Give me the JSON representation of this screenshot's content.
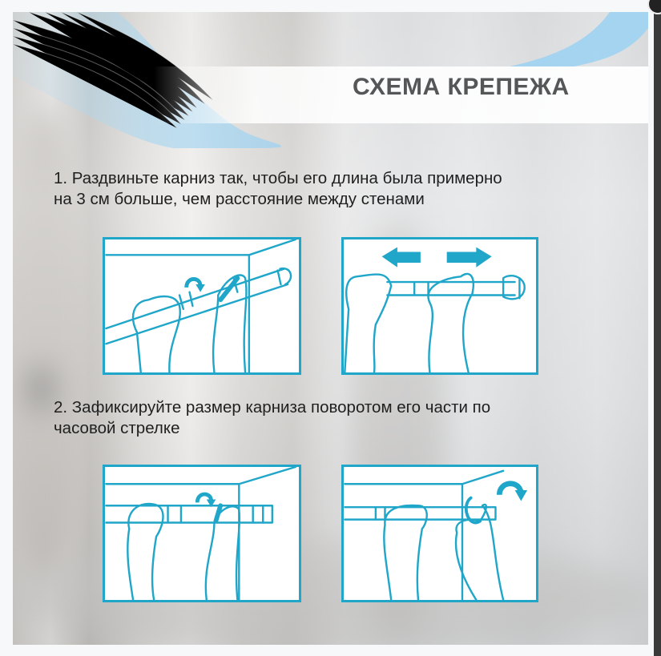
{
  "title": "СХЕМА КРЕПЕЖА",
  "steps": [
    {
      "number": "1.",
      "text": "1. Раздвиньте карниз так, чтобы его длина была примерно\nна 3 см больше, чем расстояние между стенами",
      "illustrations": [
        {
          "name": "twist-rod-in-corner",
          "icons": [
            "rotate-arrow-icon"
          ]
        },
        {
          "name": "extend-rod",
          "icons": [
            "arrow-left-icon",
            "arrow-right-icon"
          ]
        }
      ]
    },
    {
      "number": "2.",
      "text": "2. Зафиксируйте размер карниза поворотом его части по\nчасовой стрелке",
      "illustrations": [
        {
          "name": "twist-rod-clockwise",
          "icons": [
            "rotate-arrow-icon"
          ]
        },
        {
          "name": "fix-rod-end-on-wall",
          "icons": [
            "rotate-clockwise-arrow-icon"
          ]
        }
      ]
    }
  ],
  "colors": {
    "accent": "#1fa6c9",
    "title_text": "#555658",
    "body_text": "#1f1f1f",
    "ribbon": "#9ed4f0"
  }
}
